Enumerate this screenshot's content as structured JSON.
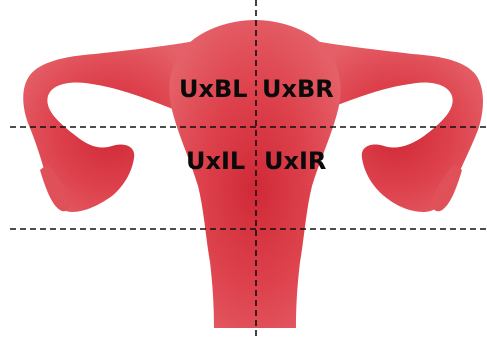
{
  "diagram": {
    "organ_fill": "#e4525a",
    "organ_center_fill": "#d9303c",
    "organ_edge": "#c8404a",
    "guide_line_color": "#111111",
    "regions": [
      {
        "id": "UxBL",
        "label": "UxBL"
      },
      {
        "id": "UxBR",
        "label": "UxBR"
      },
      {
        "id": "UxIL",
        "label": "UxIL"
      },
      {
        "id": "UxIR",
        "label": "UxIR"
      }
    ]
  }
}
